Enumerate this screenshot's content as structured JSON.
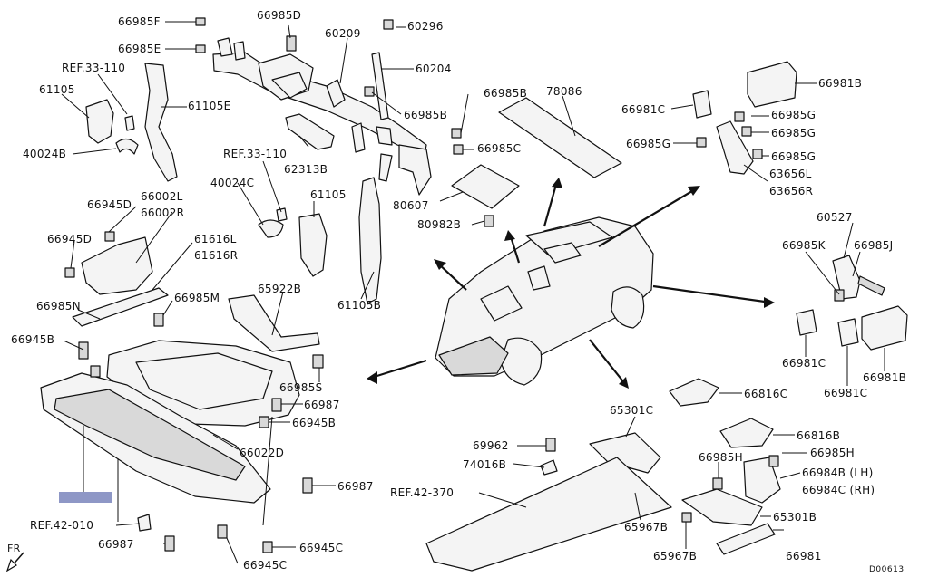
{
  "labels": {
    "p66985F": "66985F",
    "p66985D": "66985D",
    "p60209": "60209",
    "p60296": "60296",
    "p66985E": "66985E",
    "p60204": "60204",
    "ref33a": "REF.33-110",
    "p61105a": "61105",
    "p61105E": "61105E",
    "p66985Ba": "66985B",
    "p66985Bb": "66985B",
    "p78086": "78086",
    "p66981Ba": "66981B",
    "p66981Ca": "66981C",
    "p66985Ga": "66985G",
    "p66985Gb": "66985G",
    "p66985Gc": "66985G",
    "p66985Gd": "66985G",
    "p66985C": "66985C",
    "p40024B": "40024B",
    "ref33b": "REF.33-110",
    "p62313B": "62313B",
    "p63656L": "63656L",
    "p63656R": "63656R",
    "p40024C": "40024C",
    "p61105b": "61105",
    "p80607": "80607",
    "p66945Da": "66945D",
    "p66002L": "66002L",
    "p66002R": "66002R",
    "p80982B": "80982B",
    "p60527": "60527",
    "p66945Db": "66945D",
    "p61616L": "61616L",
    "p61616R": "61616R",
    "p66985K": "66985K",
    "p66985J": "66985J",
    "p66985N": "66985N",
    "p66985M": "66985M",
    "p65922B": "65922B",
    "p61105B": "61105B",
    "p66945Ba": "66945B",
    "p66981Cb": "66981C",
    "p66981Bb": "66981B",
    "p66981Cc": "66981C",
    "p66985S": "66985S",
    "p66987a": "66987",
    "p66816Ca": "66816C",
    "p66945Bb": "66945B",
    "p65301C": "65301C",
    "p66816B": "66816B",
    "p69962": "69962",
    "p66985H1": "66985H",
    "p66985H2": "66985H",
    "p66022D": "66022D",
    "p74016B": "74016B",
    "p66984B": "66984B (LH)",
    "p66984C": "66984C (RH)",
    "p66987b": "66987",
    "ref42a": "REF.42-370",
    "p65301B": "65301B",
    "ref42b": "REF.42-010",
    "p65967Ba": "65967B",
    "p66987c": "66987",
    "p66945Ca": "66945C",
    "p65967Bb": "65967B",
    "p66981": "66981",
    "p66945Cb": "66945C",
    "fr": "FR",
    "code": "D00613"
  },
  "highlight_color": "#8e97c6"
}
